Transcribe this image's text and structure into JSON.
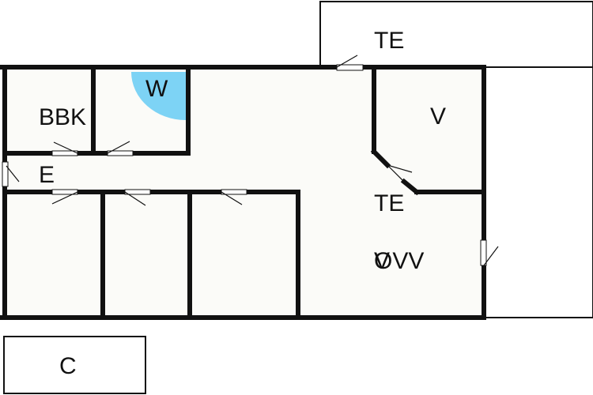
{
  "colors": {
    "wall": "#111111",
    "floor": "#fbfbf8",
    "background": "#ffffff",
    "bathroom_fixture": "#7dd3f5"
  },
  "icons": {
    "bathroom_fixture": "quarter-circle-shower-icon",
    "doors": "door-swing-icon"
  },
  "rooms": {
    "terrace_top": "TE",
    "bathroom": "W",
    "bedroom": "BBK",
    "storage": "V",
    "entrance": "E",
    "terrace_mid": "TE",
    "living": "OVV",
    "living_prefix": "V",
    "carport": "C"
  }
}
